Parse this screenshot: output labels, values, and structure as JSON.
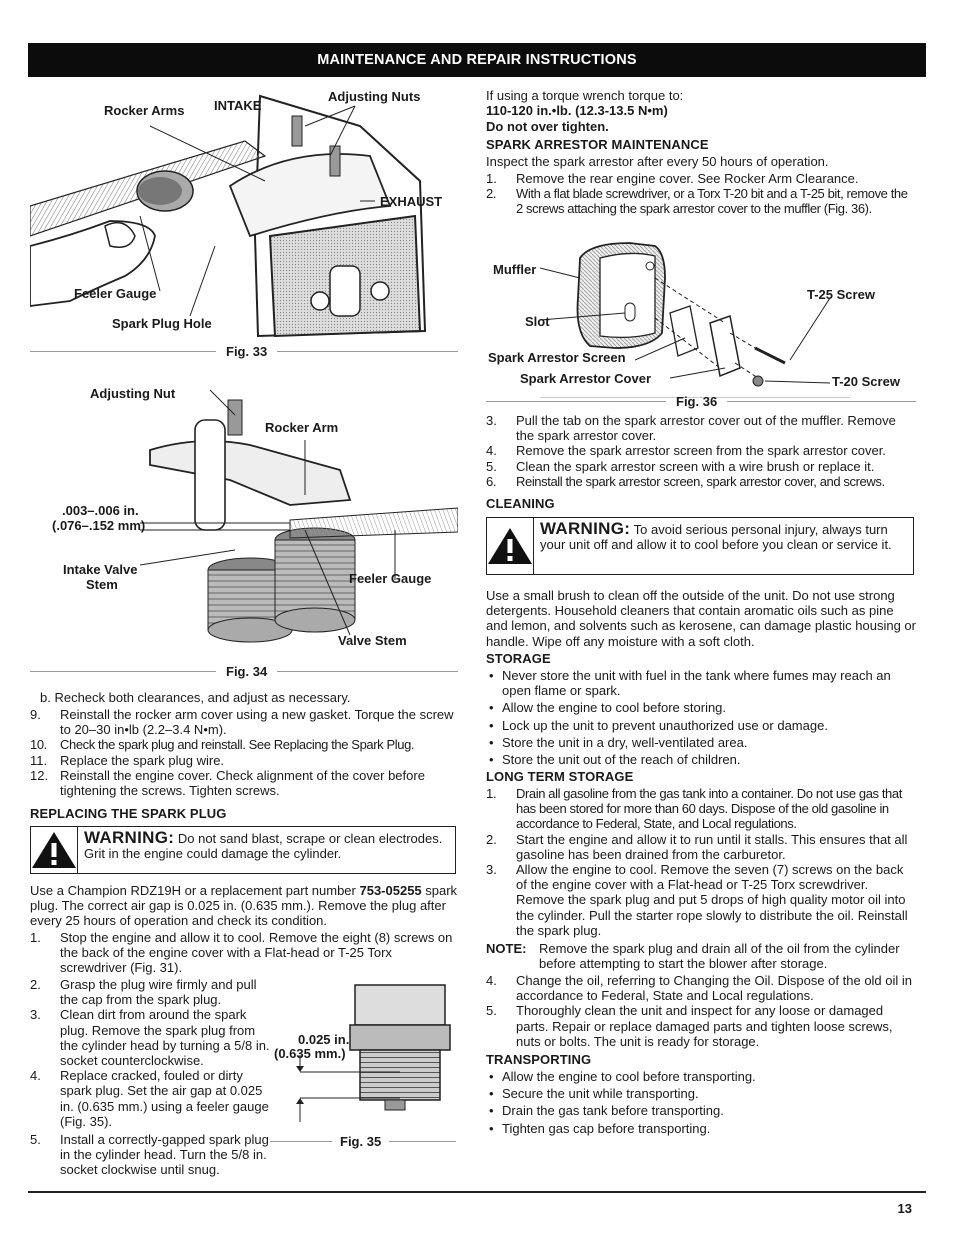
{
  "header": {
    "title": "MAINTENANCE AND REPAIR INSTRUCTIONS"
  },
  "fig33": {
    "caption": "Fig. 33",
    "labels": {
      "rocker_arms": "Rocker Arms",
      "intake": "INTAKE",
      "adjusting_nuts": "Adjusting Nuts",
      "exhaust": "EXHAUST",
      "feeler_gauge": "Feeler Gauge",
      "spark_plug_hole": "Spark Plug Hole"
    }
  },
  "fig34": {
    "caption": "Fig. 34",
    "labels": {
      "adjusting_nut": "Adjusting Nut",
      "rocker_arm": "Rocker Arm",
      "gap_in": ".003–.006 in.",
      "gap_mm": "(.076–.152 mm)",
      "intake_valve_1": "Intake Valve",
      "intake_valve_2": "Stem",
      "feeler_gauge": "Feeler Gauge",
      "valve_stem": "Valve Stem"
    }
  },
  "left": {
    "item_b": "b.  Recheck both clearances, and adjust as necessary.",
    "steps_a": [
      {
        "n": "9.",
        "text": "Reinstall the rocker arm cover using a new gasket. Torque the screw to 20–30 in•lb (2.2–3.4 N•m)."
      },
      {
        "n": "10.",
        "text": "Check the spark plug and reinstall. See Replacing the Spark Plug."
      },
      {
        "n": "11.",
        "text": "Replace the spark plug wire."
      },
      {
        "n": "12.",
        "text": "Reinstall the engine cover. Check alignment of the cover before tightening the screws. Tighten screws."
      }
    ],
    "heading_spark": "REPLACING THE SPARK PLUG",
    "warning1": {
      "word": "WARNING:",
      "text": "Do not sand blast, scrape or clean electrodes. Grit in the engine could damage the cylinder."
    },
    "plug_para_pre": "Use a Champion RDZ19H or a replacement part number ",
    "plug_part": "753-05255",
    "plug_para_post": " spark plug. The correct air gap is 0.025 in. (0.635 mm.). Remove the plug after every 25 hours of operation and check its condition.",
    "steps_b": [
      {
        "n": "1.",
        "text": "Stop the engine and allow it to cool. Remove the eight (8) screws on the back of the engine cover with a Flat-head or T-25 Torx screwdriver (Fig. 31)."
      },
      {
        "n": "2.",
        "text": "Grasp the plug wire firmly and pull the cap from the spark plug."
      },
      {
        "n": "3.",
        "text": "Clean dirt from around the spark plug. Remove the spark plug from the cylinder head by turning a 5/8 in. socket counterclockwise."
      },
      {
        "n": "4.",
        "text": "Replace cracked, fouled or dirty spark plug. Set the air gap at 0.025 in. (0.635 mm.) using a feeler gauge (Fig. 35)."
      },
      {
        "n": "5.",
        "text": "Install a correctly-gapped spark plug in the cylinder head. Turn the 5/8 in. socket clockwise until snug."
      }
    ]
  },
  "fig35": {
    "caption": "Fig. 35",
    "gap_in": "0.025 in.",
    "gap_mm": "(0.635 mm.)"
  },
  "right": {
    "torque_intro": "If using a torque wrench torque to:",
    "torque_value": "110-120 in.•lb. (12.3-13.5 N•m)",
    "torque_warn": "Do not over tighten.",
    "heading_arrestor": "SPARK ARRESTOR MAINTENANCE",
    "arrestor_intro": "Inspect the spark arrestor after every 50 hours of operation.",
    "arrestor_steps_a": [
      {
        "n": "1.",
        "text": "Remove the rear engine cover. See Rocker Arm Clearance."
      },
      {
        "n": "2.",
        "text": "With a flat blade screwdriver, or a Torx T-20 bit and a T-25 bit, remove the 2 screws attaching the spark arrestor cover to the muffler (Fig. 36)."
      }
    ],
    "arrestor_steps_b": [
      {
        "n": "3.",
        "text": "Pull the tab on the spark arrestor cover out of the muffler. Remove the spark arrestor cover."
      },
      {
        "n": "4.",
        "text": "Remove the spark arrestor screen from the spark arrestor cover."
      },
      {
        "n": "5.",
        "text": "Clean the spark arrestor screen with a wire brush or replace it."
      },
      {
        "n": "6.",
        "text": "Reinstall the spark arrestor screen, spark arrestor cover, and screws."
      }
    ],
    "heading_cleaning": "CLEANING",
    "warning2": {
      "word": "WARNING:",
      "text": "To avoid serious personal injury, always turn your unit off and allow it to cool before you clean or service it."
    },
    "cleaning_para": "Use a small brush to clean off the outside of the unit. Do not use strong detergents. Household cleaners that contain aromatic oils such as pine and lemon, and solvents such as kerosene, can damage plastic housing or handle. Wipe off any moisture with a soft cloth.",
    "heading_storage": "STORAGE",
    "storage_items": [
      "Never store the unit with fuel in the tank where fumes may reach an open flame or spark.",
      "Allow the engine to cool before storing.",
      "Lock up the unit to prevent unauthorized use or damage.",
      "Store the unit in a dry, well-ventilated area.",
      "Store the unit out of the reach of children."
    ],
    "heading_long": "LONG TERM STORAGE",
    "long_steps_a": [
      {
        "n": "1.",
        "text": "Drain all gasoline from the gas tank into a container. Do not use gas that has been stored for more than 60 days. Dispose of the old gasoline in accordance to Federal, State, and Local regulations."
      },
      {
        "n": "2.",
        "text": "Start the engine and allow it to run until it stalls. This ensures that all gasoline has been drained from the carburetor."
      },
      {
        "n": "3.",
        "text": "Allow the engine to cool. Remove the seven (7) screws on the back of the engine cover with a Flat-head or T-25 Torx screwdriver.  Remove the spark plug and put 5 drops of high quality motor oil into the cylinder. Pull the starter rope slowly to distribute the oil. Reinstall the spark plug."
      }
    ],
    "note_label": "NOTE:",
    "note_text": "Remove the spark plug and drain all of the oil from the cylinder before attempting to start the blower after storage.",
    "long_steps_b": [
      {
        "n": "4.",
        "text": "Change the oil, referring to Changing the Oil. Dispose of the old oil in accordance to Federal, State and Local regulations."
      },
      {
        "n": "5.",
        "text": "Thoroughly clean the unit and inspect for any loose or damaged parts. Repair or replace damaged parts and tighten loose screws, nuts or bolts. The unit is ready for storage."
      }
    ],
    "heading_transport": "TRANSPORTING",
    "transport_items": [
      "Allow the engine to cool before transporting.",
      "Secure the unit while transporting.",
      "Drain the gas tank before transporting.",
      "Tighten gas cap before transporting."
    ]
  },
  "fig36": {
    "caption": "Fig. 36",
    "labels": {
      "muffler": "Muffler",
      "t25": "T-25 Screw",
      "slot": "Slot",
      "screen": "Spark Arrestor Screen",
      "cover": "Spark Arrestor Cover",
      "t20": "T-20 Screw"
    }
  },
  "footer": {
    "page_number": "13"
  }
}
